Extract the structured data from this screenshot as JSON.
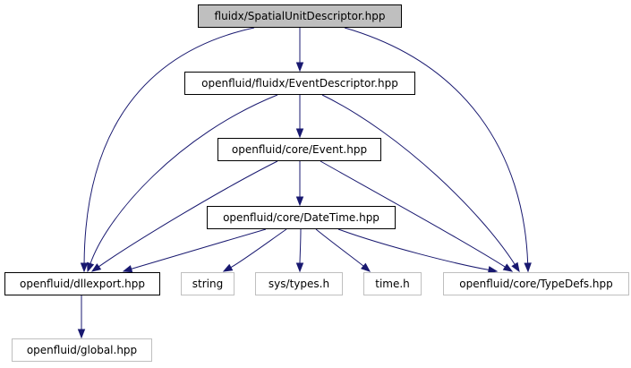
{
  "graph": {
    "edge_color": "#191970",
    "root_fill": "#bfbfbf",
    "external_border": "#bfbfbf",
    "nodes": {
      "root": {
        "label": "fluidx/SpatialUnitDescriptor.hpp",
        "kind": "root"
      },
      "eventdesc": {
        "label": "openfluid/fluidx/EventDescriptor.hpp",
        "kind": "internal"
      },
      "event": {
        "label": "openfluid/core/Event.hpp",
        "kind": "internal"
      },
      "datetime": {
        "label": "openfluid/core/DateTime.hpp",
        "kind": "internal"
      },
      "dllexport": {
        "label": "openfluid/dllexport.hpp",
        "kind": "internal"
      },
      "string": {
        "label": "string",
        "kind": "external"
      },
      "systypes": {
        "label": "sys/types.h",
        "kind": "external"
      },
      "time": {
        "label": "time.h",
        "kind": "external"
      },
      "typedefs": {
        "label": "openfluid/core/TypeDefs.hpp",
        "kind": "external"
      },
      "global": {
        "label": "openfluid/global.hpp",
        "kind": "external"
      }
    },
    "edges": [
      [
        "root",
        "eventdesc"
      ],
      [
        "root",
        "dllexport"
      ],
      [
        "root",
        "typedefs"
      ],
      [
        "eventdesc",
        "event"
      ],
      [
        "eventdesc",
        "dllexport"
      ],
      [
        "eventdesc",
        "typedefs"
      ],
      [
        "event",
        "datetime"
      ],
      [
        "event",
        "dllexport"
      ],
      [
        "event",
        "typedefs"
      ],
      [
        "datetime",
        "dllexport"
      ],
      [
        "datetime",
        "string"
      ],
      [
        "datetime",
        "systypes"
      ],
      [
        "datetime",
        "time"
      ],
      [
        "datetime",
        "typedefs"
      ],
      [
        "dllexport",
        "global"
      ]
    ]
  }
}
